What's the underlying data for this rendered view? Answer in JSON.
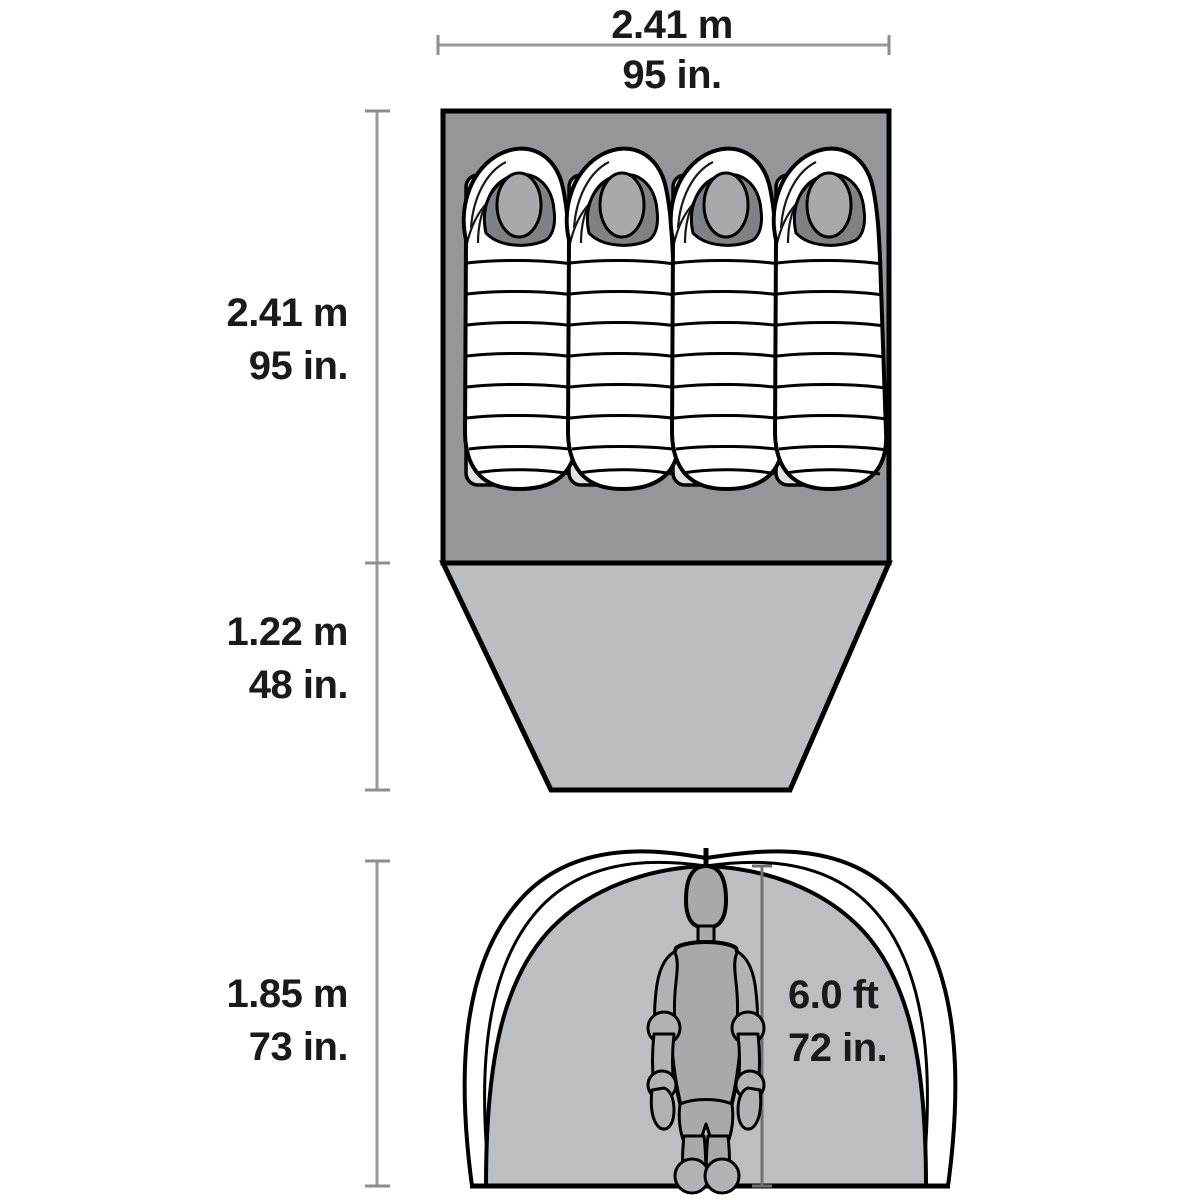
{
  "diagram": {
    "title": "Tent dimension diagram",
    "product_type": "4-person dome tent",
    "views": [
      "floor-plan",
      "elevation"
    ]
  },
  "colors": {
    "tent_floor": "#959699",
    "vestibule": "#bbbdc0",
    "tent_body_elevation": "#bcbec1",
    "sleeping_pad": "#e2e2e4",
    "sleeping_bag": "#ffffff",
    "hood_shadow": "#808184",
    "face": "#a7a9ac",
    "figure_fill": "#a7a9ac",
    "figure_limb": "#b0b2b5",
    "outline": "#000000",
    "dimension_line": "#9a9a9a",
    "text": "#1a1a1a",
    "background": "#ffffff"
  },
  "dimensions": {
    "width_top": {
      "metric": "2.41 m",
      "imperial": "95 in.",
      "orientation": "horizontal",
      "position": "top"
    },
    "depth_floor": {
      "metric": "2.41 m",
      "imperial": "95 in.",
      "orientation": "vertical",
      "position": "left-upper"
    },
    "depth_vestibule": {
      "metric": "1.22 m",
      "imperial": "48 in.",
      "orientation": "vertical",
      "position": "left-lower"
    },
    "peak_height": {
      "metric": "1.85 m",
      "imperial": "73 in.",
      "orientation": "vertical",
      "position": "left-elevation"
    },
    "person_height": {
      "imperial_feet": "6.0 ft",
      "imperial_inches": "72 in.",
      "orientation": "vertical",
      "position": "inside-elevation"
    }
  },
  "floor_plan": {
    "occupants": 4,
    "sleeping_bag_type": "mummy",
    "pad_count": 4,
    "bag_baffle_rows": 8
  },
  "elevation": {
    "figure": "standing-person-silhouette",
    "rainfly_arcs": 2,
    "pole_crossing": true
  }
}
